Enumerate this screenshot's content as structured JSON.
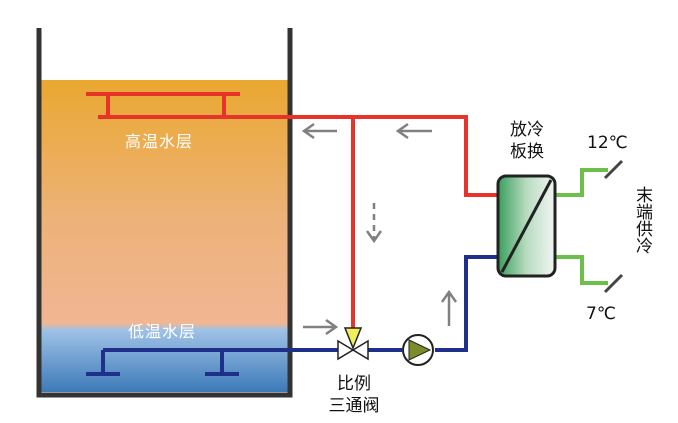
{
  "tank": {
    "high_layer_label": "高温水层",
    "low_layer_label": "低温水层"
  },
  "heat_exchanger": {
    "label_line1": "放冷",
    "label_line2": "板换"
  },
  "valve": {
    "label_line1": "比例",
    "label_line2": "三通阀"
  },
  "terminal": {
    "label": "末端供冷",
    "supply_temp": "12℃",
    "return_temp": "7℃"
  },
  "colors": {
    "hot_pipe": "#e8332b",
    "cold_pipe": "#1f2f8a",
    "terminal_pipe": "#6cc04a",
    "tank_border": "#333333",
    "arrow": "#808080"
  }
}
